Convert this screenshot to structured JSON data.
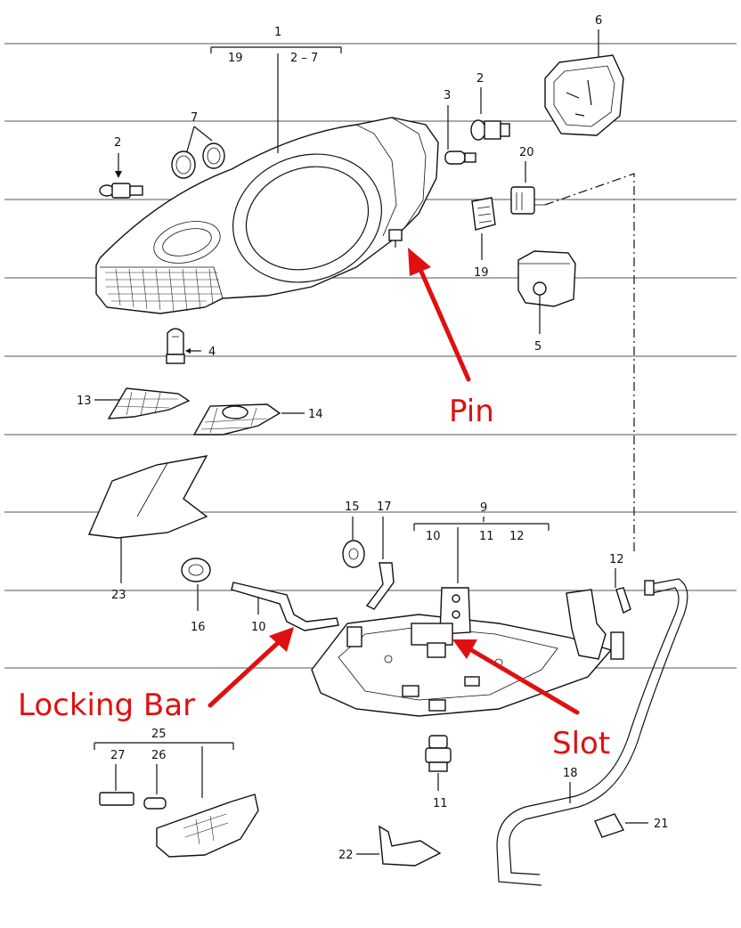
{
  "part_numbers": {
    "p1": "1",
    "p19a": "19",
    "p2_7": "2 – 7",
    "p2a": "2",
    "p2b": "2",
    "p3": "3",
    "p4": "4",
    "p5": "5",
    "p6": "6",
    "p7": "7",
    "p19b": "19",
    "p20": "20",
    "p13": "13",
    "p14": "14",
    "p23": "23",
    "p15": "15",
    "p16": "16",
    "p17": "17",
    "p9": "9",
    "p10a": "10",
    "p11a": "11",
    "p12a": "12",
    "p12b": "12",
    "p10b": "10",
    "p25": "25",
    "p27": "27",
    "p26": "26",
    "p11b": "11",
    "p18": "18",
    "p21": "21",
    "p22": "22"
  },
  "callouts": {
    "pin": "Pin",
    "locking_bar": "Locking Bar",
    "slot": "Slot"
  },
  "colors": {
    "callout": "#e01010",
    "line_art": "#111111",
    "ruled_lines": "#555555",
    "background": "#ffffff"
  }
}
